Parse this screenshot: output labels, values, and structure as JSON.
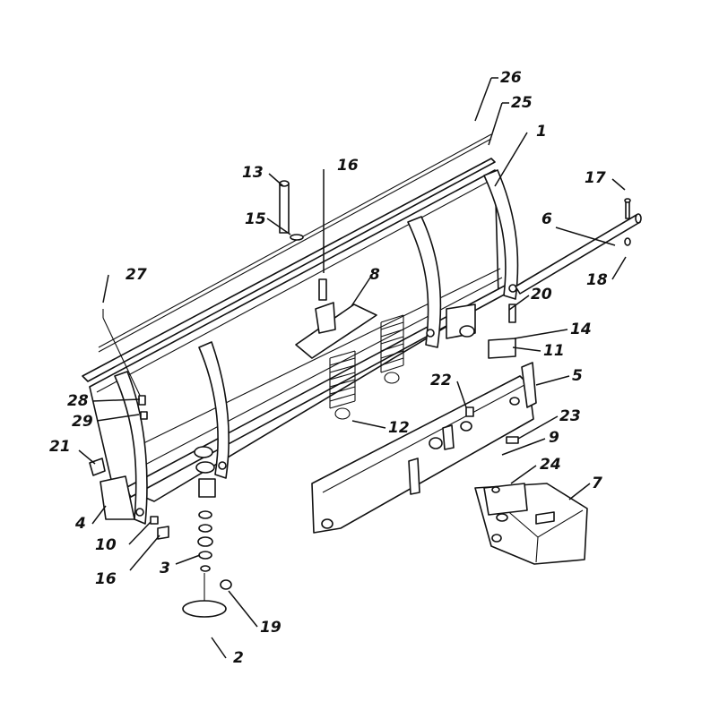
{
  "callouts": {
    "c1": "1",
    "c2": "2",
    "c3": "3",
    "c4": "4",
    "c5": "5",
    "c6": "6",
    "c7": "7",
    "c8": "8",
    "c9": "9",
    "c10": "10",
    "c11": "11",
    "c12": "12",
    "c13": "13",
    "c14": "14",
    "c15": "15",
    "c16a": "16",
    "c16b": "16",
    "c17": "17",
    "c18": "18",
    "c19": "19",
    "c20": "20",
    "c21": "21",
    "c22": "22",
    "c23": "23",
    "c24": "24",
    "c25": "25",
    "c26": "26",
    "c27": "27",
    "c28": "28",
    "c29": "29"
  }
}
